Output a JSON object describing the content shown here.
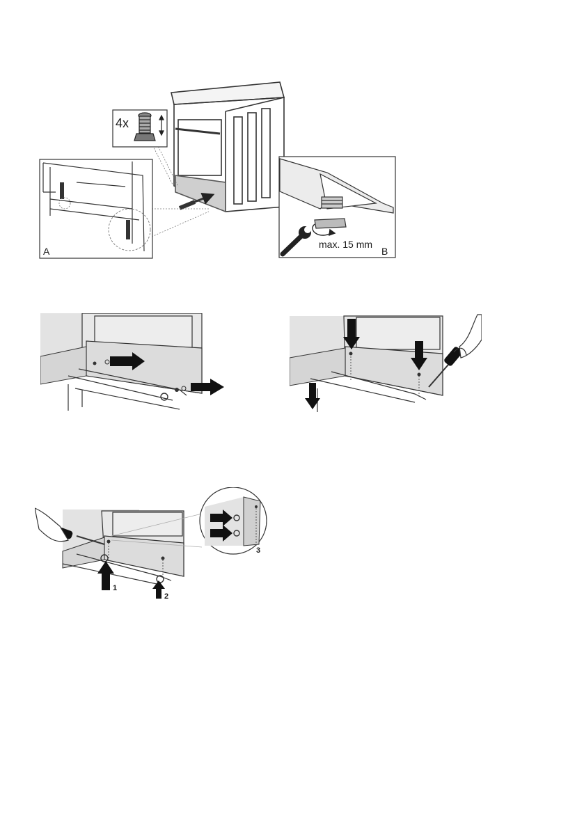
{
  "figure_top": {
    "qty_label": "4x",
    "inset_a_label": "A",
    "inset_b_label": "B",
    "max_adjust_label": "max. 15 mm"
  },
  "figure_bottom": {
    "step_1": "1",
    "step_2": "2",
    "step_3": "3"
  },
  "icons": [
    "adjustable-foot-icon",
    "up-down-arrow-icon",
    "wrench-icon",
    "rotate-arrow-icon",
    "screwdriver-icon",
    "pull-arrow-icon",
    "push-down-arrow-icon",
    "push-up-arrow-icon"
  ]
}
